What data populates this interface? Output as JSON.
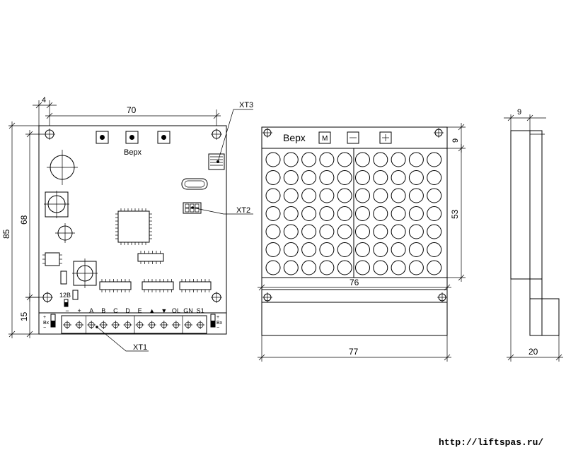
{
  "colors": {
    "stroke": "#000000",
    "background": "#ffffff"
  },
  "board": {
    "label_top": "Верх",
    "connector_labels": {
      "xt1": "XT1",
      "xt2": "XT2",
      "xt3": "XT3"
    },
    "terminal_labels": [
      "−",
      "+",
      "A",
      "B",
      "C",
      "D",
      "E",
      "▲",
      "▼",
      "OL",
      "GN",
      "S1"
    ],
    "jumper_label": "12В",
    "bx_label": "Вх"
  },
  "dimensions": {
    "board_width": "70",
    "board_height": "85",
    "hole_spacing_v": "68",
    "bottom_strip": "15",
    "corner_offset": "4"
  },
  "display": {
    "label_top": "Верх",
    "buttons": [
      "M",
      "−",
      "+"
    ],
    "dim_height": "53",
    "dim_top": "9",
    "dim_inner_width": "76",
    "dim_total_width": "77",
    "matrix_rows": 7,
    "matrix_cols": 10
  },
  "side": {
    "dim_top": "9",
    "dim_bottom": "20"
  },
  "footer": {
    "url": "http://liftspas.ru/"
  }
}
